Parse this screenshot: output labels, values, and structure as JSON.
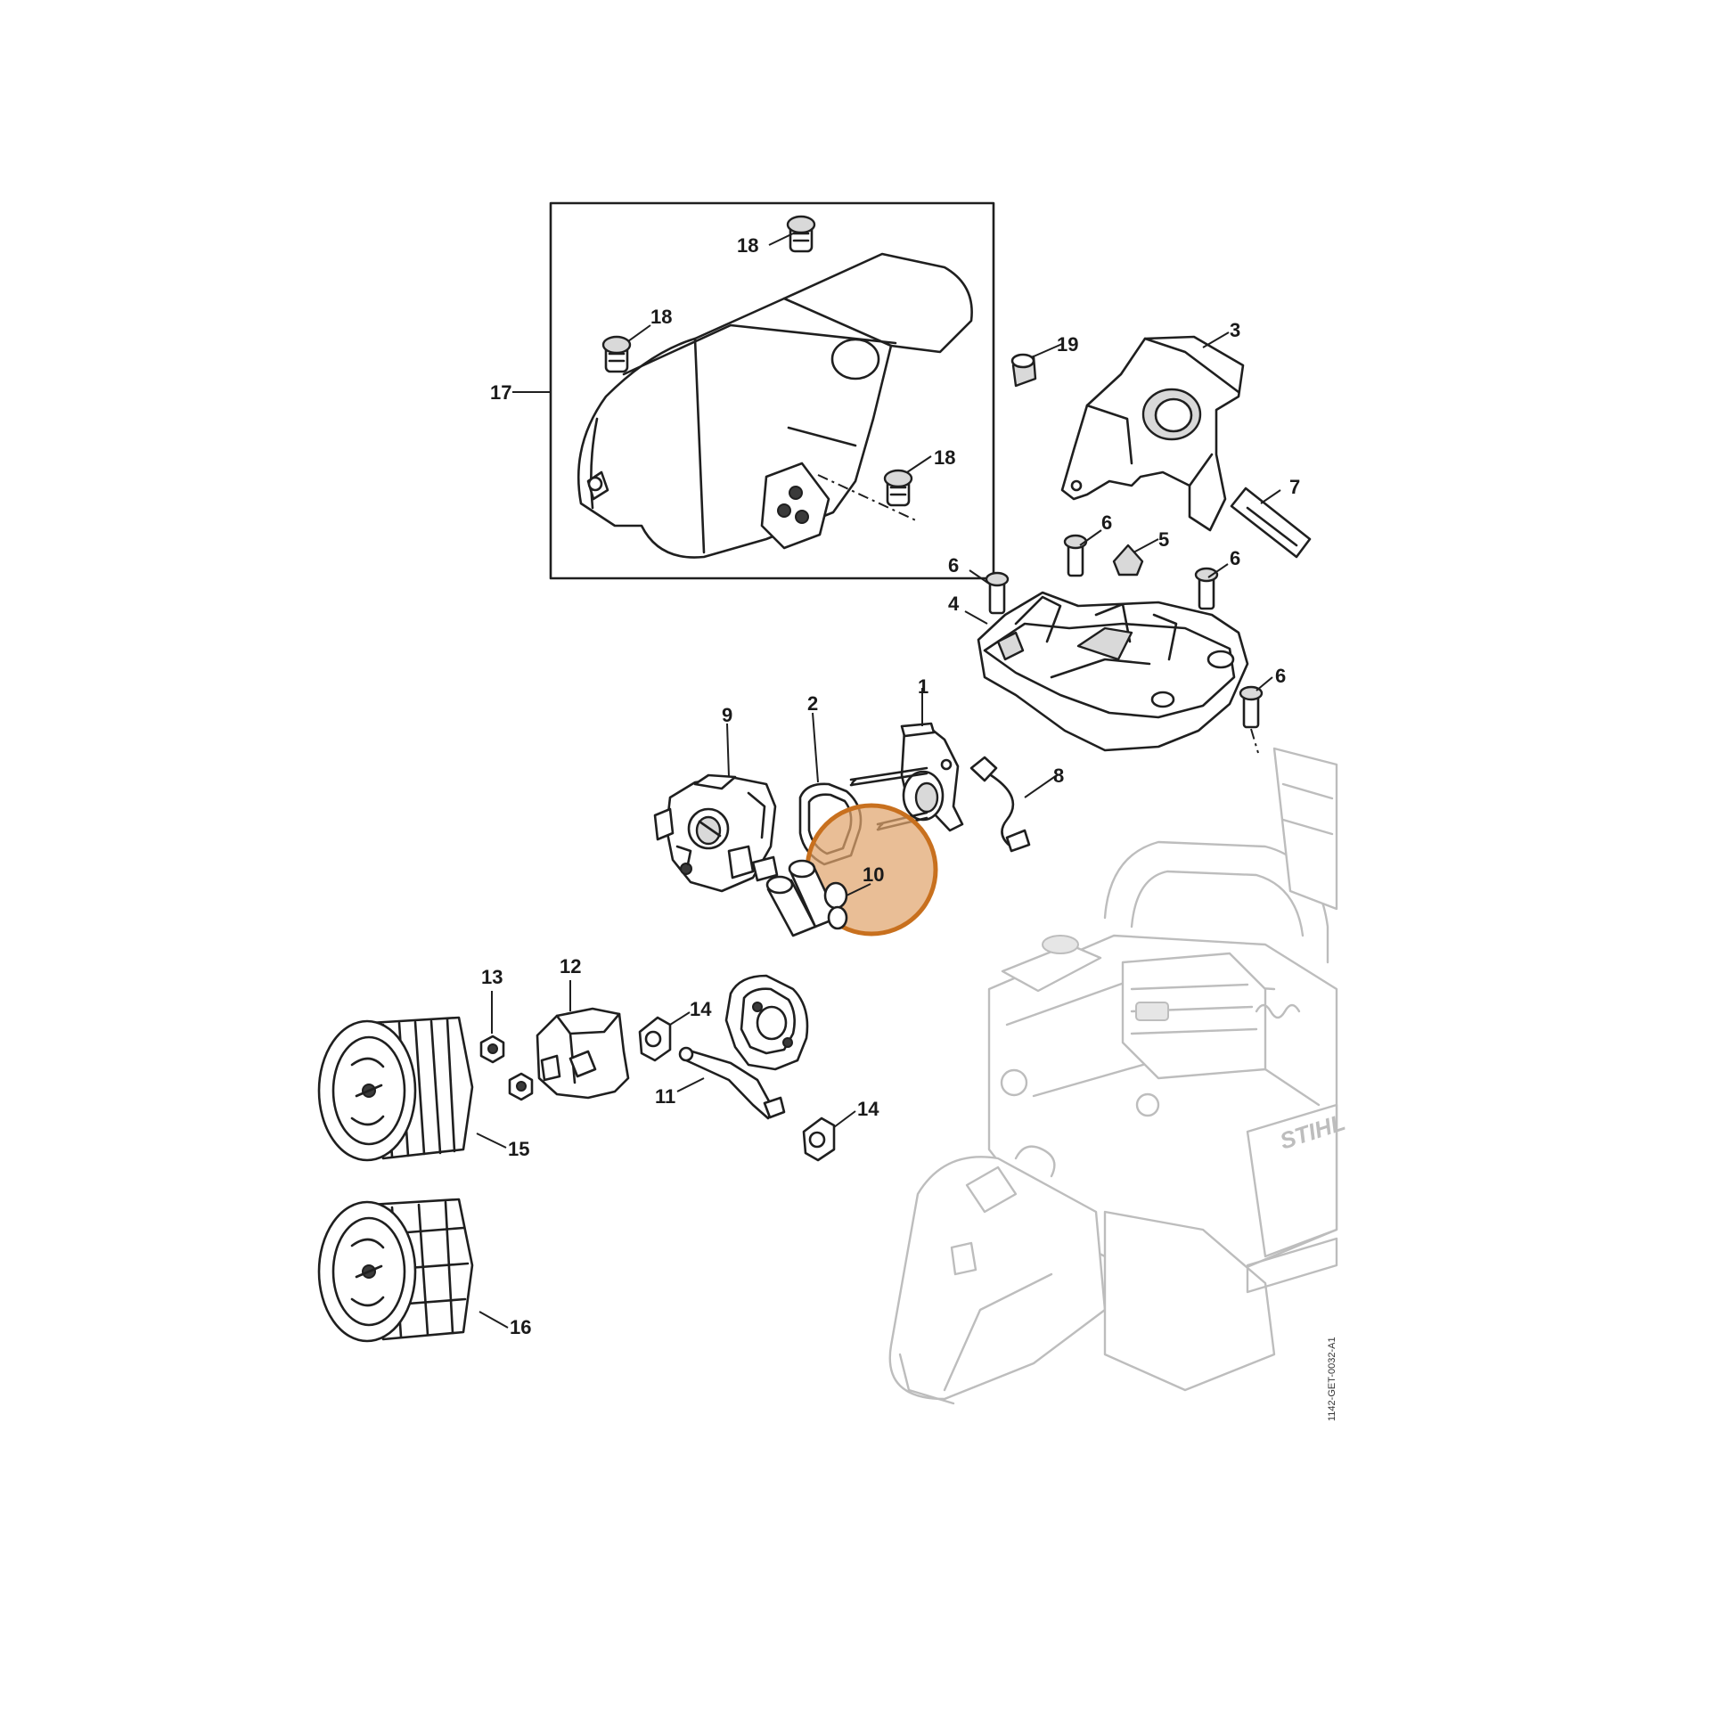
{
  "diagram_id": "1142-GET-0032-A1",
  "brand_mark": "STIHL",
  "highlight_color": "#E1A56E",
  "highlight_border": "#C8701E",
  "callouts": [
    {
      "id": "c1",
      "label": "1"
    },
    {
      "id": "c2",
      "label": "2"
    },
    {
      "id": "c3",
      "label": "3"
    },
    {
      "id": "c4",
      "label": "4"
    },
    {
      "id": "c5",
      "label": "5"
    },
    {
      "id": "c6a",
      "label": "6"
    },
    {
      "id": "c6b",
      "label": "6"
    },
    {
      "id": "c6c",
      "label": "6"
    },
    {
      "id": "c6d",
      "label": "6"
    },
    {
      "id": "c7",
      "label": "7"
    },
    {
      "id": "c8",
      "label": "8"
    },
    {
      "id": "c9",
      "label": "9"
    },
    {
      "id": "c10",
      "label": "10"
    },
    {
      "id": "c11",
      "label": "11"
    },
    {
      "id": "c12",
      "label": "12"
    },
    {
      "id": "c13",
      "label": "13"
    },
    {
      "id": "c14a",
      "label": "14"
    },
    {
      "id": "c14b",
      "label": "14"
    },
    {
      "id": "c15",
      "label": "15"
    },
    {
      "id": "c16",
      "label": "16"
    },
    {
      "id": "c17",
      "label": "17"
    },
    {
      "id": "c18a",
      "label": "18"
    },
    {
      "id": "c18b",
      "label": "18"
    },
    {
      "id": "c18c",
      "label": "18"
    },
    {
      "id": "c19",
      "label": "19"
    }
  ]
}
